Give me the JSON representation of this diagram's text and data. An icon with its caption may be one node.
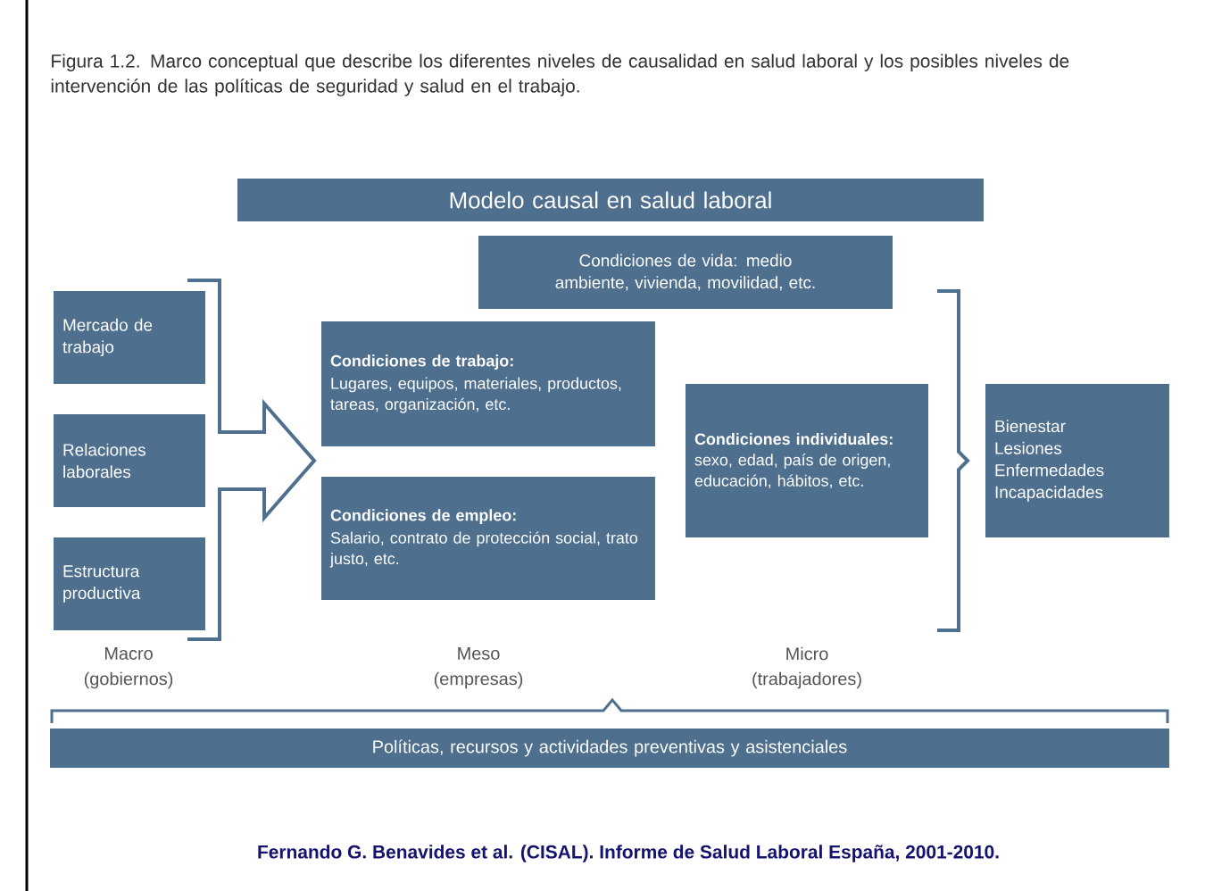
{
  "diagram": {
    "title": "Figura 1.2. Marco conceptual que describe los diferentes niveles de causalidad en salud laboral y los posibles niveles de intervención de las políticas de seguridad y salud en el trabajo.",
    "caption": "Fernando G. Benavides et al. (CISAL). Informe de Salud Laboral España, 2001-2010.",
    "nodes": [
      {
        "text": [
          "Modelo causal en salud laboral"
        ]
      },
      {
        "text": [
          "Condiciones de vida: medio ambiente, vivienda, movilidad, etc."
        ]
      },
      {
        "text": [
          "Mercado de trabajo"
        ]
      },
      {
        "text": [
          "Relaciones laborales"
        ]
      },
      {
        "text": [
          "Estructura productiva"
        ]
      },
      {
        "text": [
          "Condiciones de trabajo:",
          "Lugares, equipos, materiales, productos, tareas, organización, etc."
        ]
      },
      {
        "text": [
          "Condiciones de empleo:",
          "Salario, contrato de protección social, trato justo, etc."
        ]
      },
      {
        "text": [
          "**Condiciones individuales:** sexo, edad, país de origen, educación, hábitos, etc."
        ]
      },
      {
        "text": [
          "Bienestar",
          "Lesiones",
          "Enfermedades",
          "Incapacidades"
        ]
      },
      {
        "text": [
          "Políticas, recursos y actividades preventivas y asistenciales"
        ]
      }
    ],
    "labels": [
      "Macro",
      "Meso",
      "Micro",
      "(gobiernos)",
      "(empresas)",
      "(trabajadores)"
    ]
  }
}
